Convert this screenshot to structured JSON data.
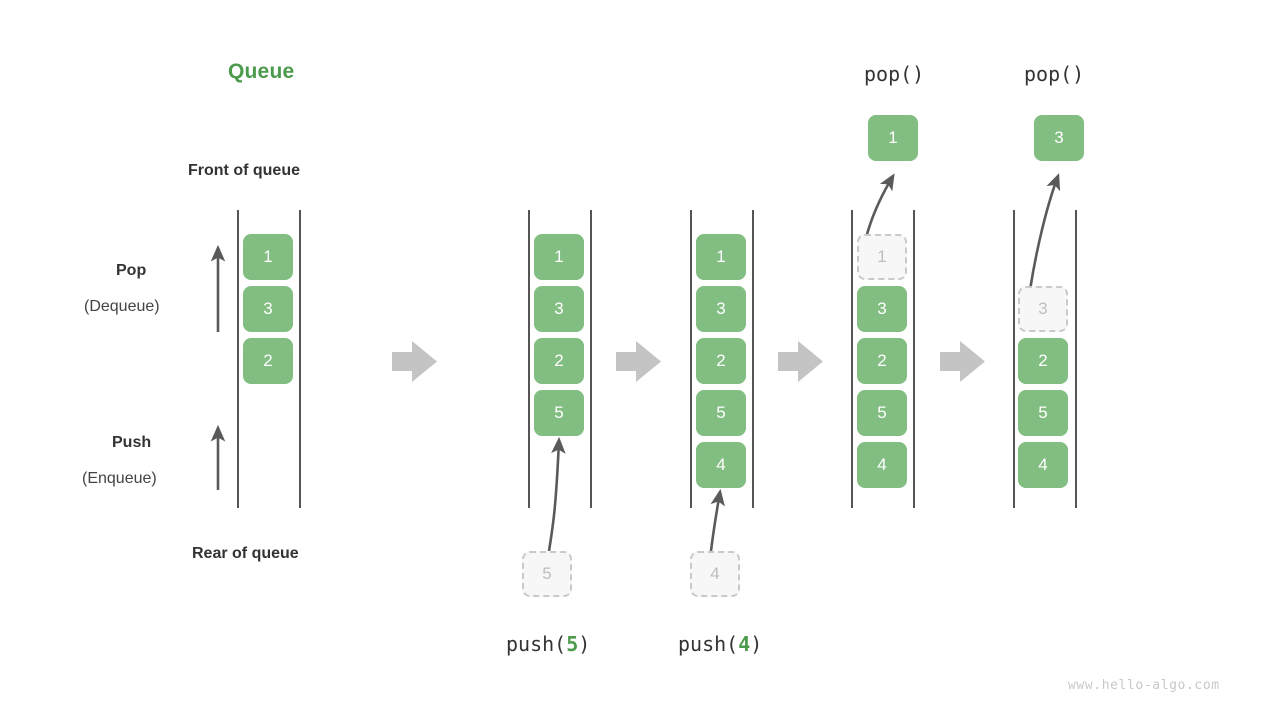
{
  "diagram": {
    "title": "Queue",
    "watermark": "www.hello-algo.com",
    "labels": {
      "front_of_queue": "Front of queue",
      "rear_of_queue": "Rear of queue",
      "pop": "Pop",
      "pop_sub": "(Dequeue)",
      "push": "Push",
      "push_sub": "(Enqueue)"
    },
    "accent_green": "#4C9A4C",
    "cell_green": "#82bd82",
    "ghost_gray": "#bdbdbd",
    "arrow_gray": "#c4c4c4",
    "text_dark": "#333333"
  },
  "stages": [
    {
      "id": "initial",
      "op_label": "",
      "op_arg": "",
      "caption": "",
      "cells": [
        {
          "value": "1",
          "state": "filled"
        },
        {
          "value": "3",
          "state": "filled"
        },
        {
          "value": "2",
          "state": "filled"
        }
      ],
      "incoming": null,
      "outgoing": null
    },
    {
      "id": "push-5",
      "op_label": "",
      "op_arg": "",
      "caption": "push(5)",
      "caption_fn": "push",
      "caption_arg": "5",
      "cells": [
        {
          "value": "1",
          "state": "filled"
        },
        {
          "value": "3",
          "state": "filled"
        },
        {
          "value": "2",
          "state": "filled"
        },
        {
          "value": "5",
          "state": "filled"
        }
      ],
      "incoming": {
        "value": "5",
        "state": "ghost"
      },
      "outgoing": null
    },
    {
      "id": "push-4",
      "op_label": "",
      "op_arg": "",
      "caption": "push(4)",
      "caption_fn": "push",
      "caption_arg": "4",
      "cells": [
        {
          "value": "1",
          "state": "filled"
        },
        {
          "value": "3",
          "state": "filled"
        },
        {
          "value": "2",
          "state": "filled"
        },
        {
          "value": "5",
          "state": "filled"
        },
        {
          "value": "4",
          "state": "filled"
        }
      ],
      "incoming": {
        "value": "4",
        "state": "ghost"
      },
      "outgoing": null
    },
    {
      "id": "pop-1",
      "op_label": "pop()",
      "caption": "",
      "cells": [
        {
          "value": "1",
          "state": "ghost"
        },
        {
          "value": "3",
          "state": "filled"
        },
        {
          "value": "2",
          "state": "filled"
        },
        {
          "value": "5",
          "state": "filled"
        },
        {
          "value": "4",
          "state": "filled"
        }
      ],
      "incoming": null,
      "outgoing": {
        "value": "1",
        "state": "popped"
      }
    },
    {
      "id": "pop-3",
      "op_label": "pop()",
      "caption": "",
      "cells": [
        {
          "value": "3",
          "state": "ghost"
        },
        {
          "value": "2",
          "state": "filled"
        },
        {
          "value": "5",
          "state": "filled"
        },
        {
          "value": "4",
          "state": "filled"
        }
      ],
      "incoming": null,
      "outgoing": {
        "value": "3",
        "state": "popped"
      }
    }
  ]
}
